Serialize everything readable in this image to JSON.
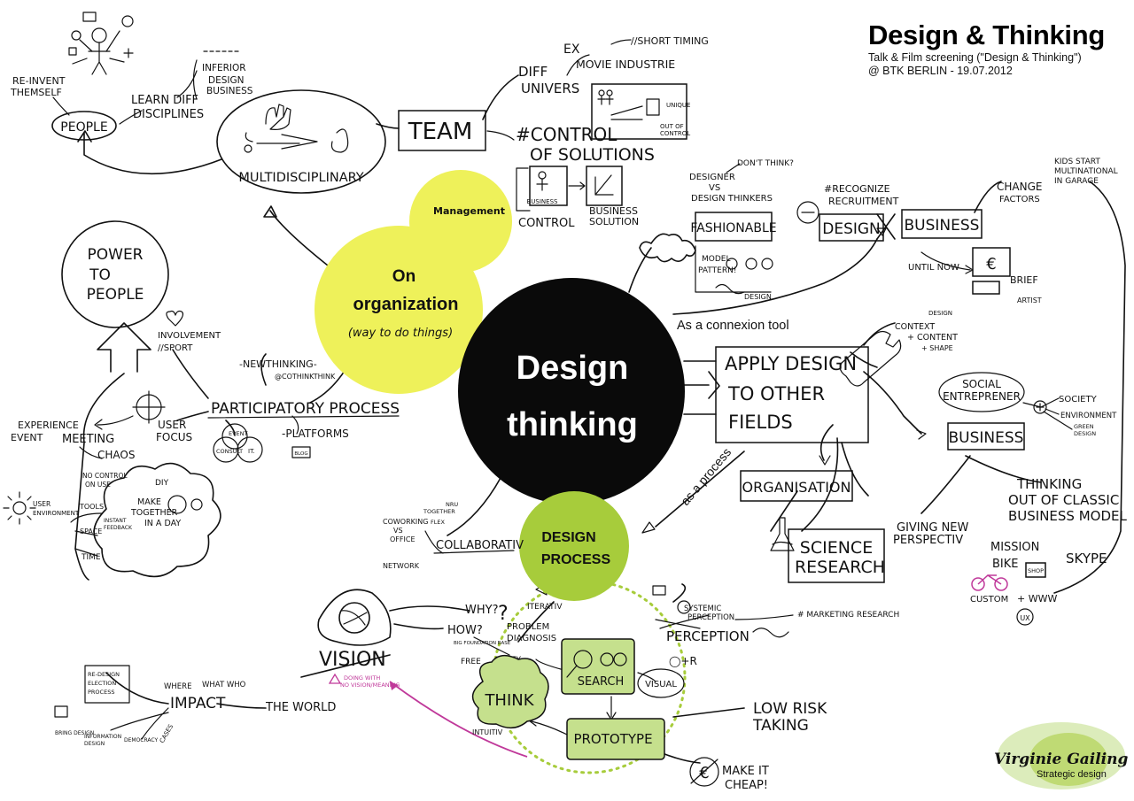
{
  "header": {
    "title": "Design & Thinking",
    "subtitle_line1": "Talk & Film screening (\"Design & Thinking\")",
    "subtitle_line2": "@ BTK BERLIN - 19.07.2012"
  },
  "center": {
    "line1": "Design",
    "line2": "thinking"
  },
  "organization": {
    "management": "Management",
    "title1": "On",
    "title2": "organization",
    "note": "(way to do things)"
  },
  "design_process": {
    "line1": "DESIGN",
    "line2": "PROCESS"
  },
  "links": {
    "connexion_tool": "As a connexion tool",
    "as_a_process": "as a process"
  },
  "people_cluster": {
    "reinvent": [
      "RE-INVENT",
      "THEMSELF"
    ],
    "learn": [
      "LEARN DIFF",
      "DISCIPLINES"
    ],
    "inferior": [
      "INFERIOR",
      "DESIGN",
      "BUSINESS"
    ],
    "people": "PEOPLE",
    "multidisciplinary": "MULTIDISCIPLINARY"
  },
  "team_cluster": {
    "team": "TEAM",
    "diff_univers": [
      "DIFF",
      "UNIVERS"
    ],
    "ex_movie": [
      "EX",
      "MOVIE INDUSTRIE"
    ],
    "short_timing": "//SHORT TIMING",
    "control": [
      "#CONTROL",
      "OF SOLUTIONS"
    ],
    "control_label": "CONTROL",
    "business": "BUSINESS",
    "business_solution": [
      "BUSINESS",
      "SOLUTION"
    ],
    "unique": "UNIQUE",
    "out_of_control": [
      "OUT OF",
      "CONTROL"
    ]
  },
  "power_cluster": {
    "power": [
      "POWER",
      "TO",
      "PEOPLE"
    ],
    "involvement": [
      "INVOLVEMENT",
      "//SPORT"
    ],
    "new_thinking": "-NEWTHINKING-",
    "cothinkthink": "@COTHINKTHINK",
    "participatory": "PARTICIPATORY PROCESS",
    "user_focus": [
      "USER",
      "FOCUS"
    ],
    "experience": [
      "EXPERIENCE",
      "EVENT",
      "MEETING"
    ],
    "event": "EVENT",
    "consult": "CONSULT",
    "it": "IT.",
    "platforms": "-PLATFORMS",
    "blog": "BLOG",
    "chaos": "CHAOS",
    "no_control": [
      "NO CONTROL",
      "ON USE"
    ],
    "diy": "DIY",
    "make_together": [
      "MAKE",
      "TOGETHER",
      "IN A DAY"
    ],
    "instant_feedback": [
      "INSTANT",
      "FEEDBACK"
    ],
    "user_env": [
      "USER",
      "ENVIRONMENT"
    ],
    "tools": "TOOLS",
    "space": "SPACE",
    "time": "TIME"
  },
  "collab_cluster": {
    "collaborativ": "COLLABORATIV",
    "coworking": [
      "COWORKING",
      "VS",
      "OFFICE"
    ],
    "together": [
      "TOGETHER",
      "FLEX"
    ],
    "nru": "NRU",
    "network": "NETWORK"
  },
  "right_cluster": {
    "designer": [
      "DESIGNER",
      "VS",
      "DESIGN THINKERS"
    ],
    "dont_think": "DON'T THINK?",
    "fashionable": "FASHIONABLE",
    "model": [
      "MODEL",
      "PATTERN!"
    ],
    "design_small": "DESIGN",
    "recognize": [
      "#RECOGNIZE",
      "RECRUITMENT"
    ],
    "design_word": "DESIGN",
    "business_word": "BUSINESS",
    "until_now": "UNTIL NOW",
    "brief": "BRIEF",
    "artist": "ARTIST",
    "change": [
      "CHANGE",
      "FACTORS"
    ],
    "kids": [
      "KIDS START",
      "MULTINATIONAL",
      "IN GARAGE"
    ],
    "apply": [
      "APPLY DESIGN",
      "TO OTHER",
      "FIELDS"
    ],
    "design_tag": "DESIGN",
    "context": [
      "CONTEXT",
      "+ CONTENT",
      "+ SHAPE"
    ],
    "social": [
      "SOCIAL",
      "ENTREPRENER"
    ],
    "society": "SOCIETY",
    "environment": "ENVIRONMENT",
    "green_design": [
      "GREEN",
      "DESIGN"
    ],
    "business2": "BUSINESS",
    "organisation": "ORGANISATION",
    "thinking_out": [
      "THINKING",
      "OUT OF CLASSIC",
      "BUSINESS MODEL"
    ],
    "giving": [
      "GIVING NEW",
      "PERSPECTIV"
    ],
    "science": [
      "SCIENCE",
      "RESEARCH"
    ],
    "mission": [
      "MISSION",
      "BIKE"
    ],
    "shop": "SHOP",
    "custom": "CUSTOM",
    "www": "+ WWW",
    "ux": "UX",
    "skype": "SKYPE"
  },
  "process_cluster": {
    "why": "WHY?",
    "how": "HOW?",
    "foundation": "BIG FOUNDATION BASE",
    "problem": [
      "PROBLEM",
      "DIAGNOSIS"
    ],
    "iterativ": "ITERATIV",
    "free": "FREE",
    "crazy": "CRAZY",
    "search": "SEARCH",
    "think": "THINK",
    "intuitiv": "INTUITIV",
    "visual": "VISUAL",
    "prototype": "PROTOTYPE",
    "systemic": [
      "SYSTEMIC",
      "PERCEPTION"
    ],
    "market": "# MARKETING RESEARCH",
    "perception": "PERCEPTION",
    "low_risk": [
      "LOW RISK",
      "TAKING"
    ],
    "make_cheap": [
      "MAKE IT",
      "CHEAP!"
    ],
    "vision": "VISION",
    "warning": [
      "DOING WITH",
      "NO VISION/MEANING"
    ],
    "impact": "IMPACT",
    "where": "WHERE",
    "what_who": "WHAT WHO",
    "the_world": "THE WORLD",
    "redesign": [
      "RE-DESIGN",
      "ELECTION",
      "PROCESS"
    ],
    "bring": "BRING DESIGN",
    "information": [
      "INFORMATION",
      "DESIGN"
    ],
    "democracy": "DEMOCRACY",
    "cases": "CASES"
  },
  "signature": {
    "name": "Virginie Gailing",
    "role": "Strategic design"
  },
  "colors": {
    "yellow": "#eef15a",
    "green": "#a7cc3b",
    "black": "#0a0a0a",
    "light_green": "#c5e08d",
    "pink": "#c0399a"
  }
}
